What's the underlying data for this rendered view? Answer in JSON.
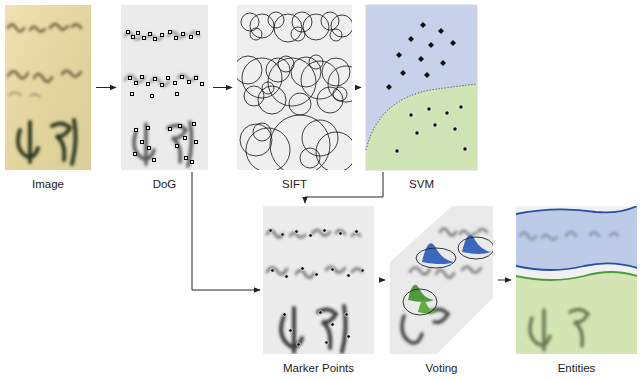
{
  "diagram": {
    "nodes": [
      {
        "text": [
          "Image"
        ]
      },
      {
        "text": [
          "DoG"
        ]
      },
      {
        "text": [
          "SIFT"
        ]
      },
      {
        "text": [
          "SVM"
        ]
      },
      {
        "text": [
          "Marker Points"
        ]
      },
      {
        "text": [
          "Voting"
        ]
      },
      {
        "text": [
          "Entities"
        ]
      }
    ],
    "edges": [
      {
        "from": 0,
        "to": 1,
        "arrow": "to"
      },
      {
        "from": 1,
        "to": 2,
        "arrow": "to"
      },
      {
        "from": 2,
        "to": 3,
        "arrow": "to"
      },
      {
        "from": 1,
        "to": 4,
        "arrow": "to"
      },
      {
        "from": 3,
        "to": 4,
        "arrow": "to"
      },
      {
        "from": 4,
        "to": 5,
        "arrow": "to"
      },
      {
        "from": 5,
        "to": 6,
        "arrow": "to"
      }
    ]
  }
}
